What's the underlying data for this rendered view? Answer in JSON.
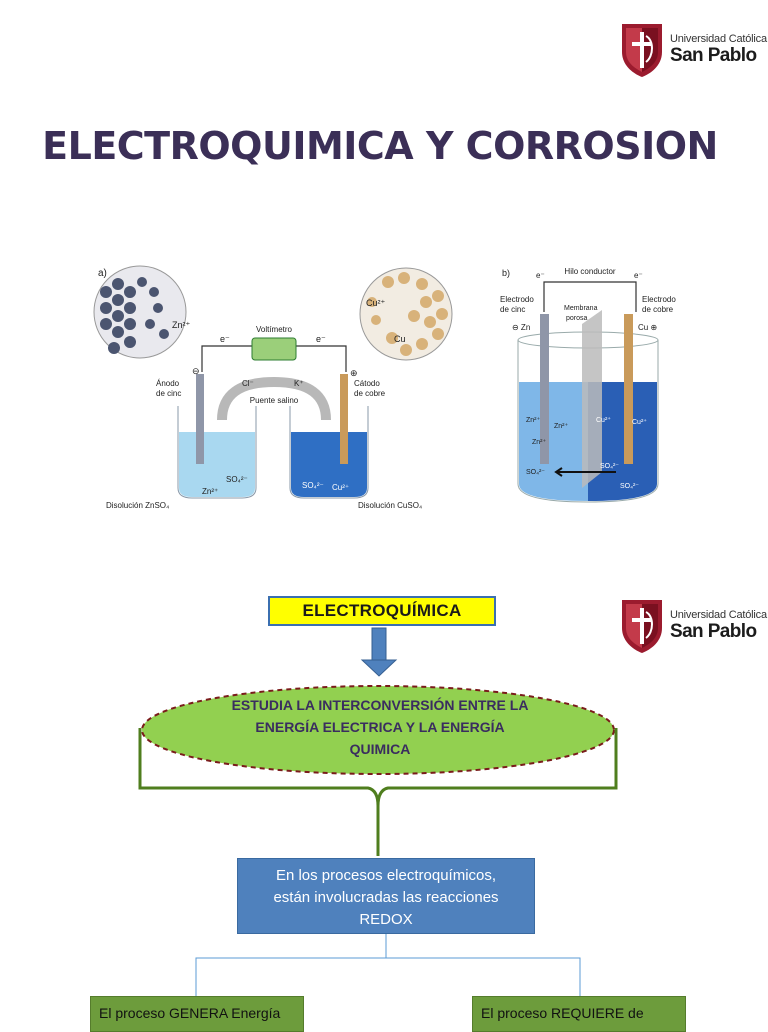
{
  "logo": {
    "line1": "Universidad Católica",
    "line2": "San Pablo"
  },
  "title": "ELECTROQUIMICA Y CORROSION",
  "figure_a": {
    "panel": "a)",
    "voltmeter": "Voltímetro",
    "electron": "e⁻",
    "anode": [
      "Ánodo",
      "de cinc"
    ],
    "cathode": [
      "Cátodo",
      "de cobre"
    ],
    "cl_ion": "Cl⁻",
    "k_ion": "K⁺",
    "salt_bridge": "Puente salino",
    "zn2": "Zn²⁺",
    "cu2": "Cu²⁺",
    "cu": "Cu",
    "so4": "SO₄²⁻",
    "solution_left": "Disolución ZnSO₄",
    "solution_right": "Disolución CuSO₄",
    "minus": "⊖",
    "plus": "⊕"
  },
  "figure_b": {
    "panel": "b)",
    "wire": "Hilo conductor",
    "electron": "e⁻",
    "zinc_electrode": [
      "Electrodo",
      "de cinc"
    ],
    "copper_electrode": [
      "Electrodo",
      "de cobre"
    ],
    "membrane": [
      "Membrana",
      "porosa"
    ],
    "zn_label": "⊖ Zn",
    "cu_label": "Cu ⊕",
    "zn2": "Zn²⁺",
    "cu2": "Cu²⁺",
    "so4": "SO₄²⁻"
  },
  "concept_map": {
    "header": "ELECTROQUÍMICA",
    "oval": [
      "ESTUDIA LA INTERCONVERSIÓN ENTRE LA",
      "ENERGÍA ELECTRICA Y LA ENERGÍA",
      "QUIMICA"
    ],
    "redox": [
      "En los procesos electroquímicos,",
      "están involucradas las reacciones",
      "REDOX"
    ],
    "left_branch": "El proceso GENERA Energía",
    "right_branch": "El proceso REQUIERE de"
  },
  "colors": {
    "title": "#3b2f57",
    "yellow": "#ffff00",
    "oval_green": "#92d050",
    "redox_blue": "#4f81bd",
    "branch_green": "#6d9c3c",
    "logo_red": "#9b1b2e"
  }
}
